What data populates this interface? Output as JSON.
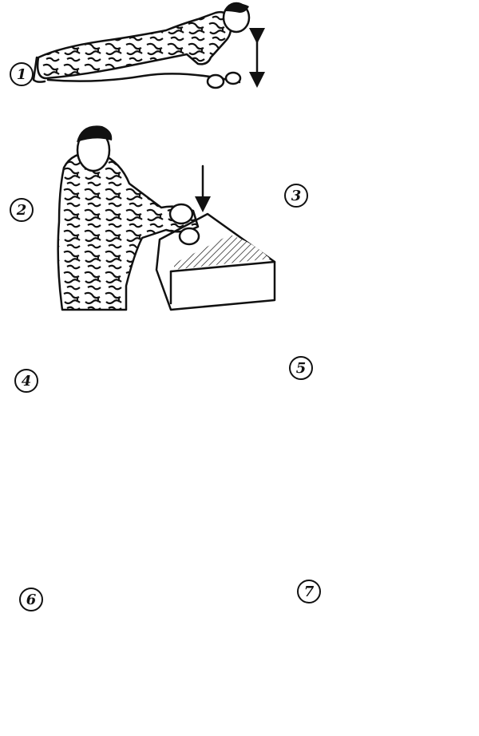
{
  "panels": [
    {
      "id": 1,
      "label": "1",
      "icon": "push-up-figure-icon"
    },
    {
      "id": 2,
      "label": "2",
      "icon": "sand-box-strike-figure-icon"
    },
    {
      "id": 3,
      "label": "3",
      "icon": "wall-punch-figure-icon"
    },
    {
      "id": 4,
      "label": "4",
      "icon": "hanging-bag-figure-icon"
    },
    {
      "id": 5,
      "label": "5",
      "icon": "side-pad-strike-figure-icon"
    },
    {
      "id": 6,
      "label": "6",
      "icon": "knee-strike-figure-icon"
    },
    {
      "id": 7,
      "label": "7",
      "icon": "post-strike-figure-icon"
    }
  ],
  "colors": {
    "ink": "#111111",
    "paper": "#ffffff"
  }
}
